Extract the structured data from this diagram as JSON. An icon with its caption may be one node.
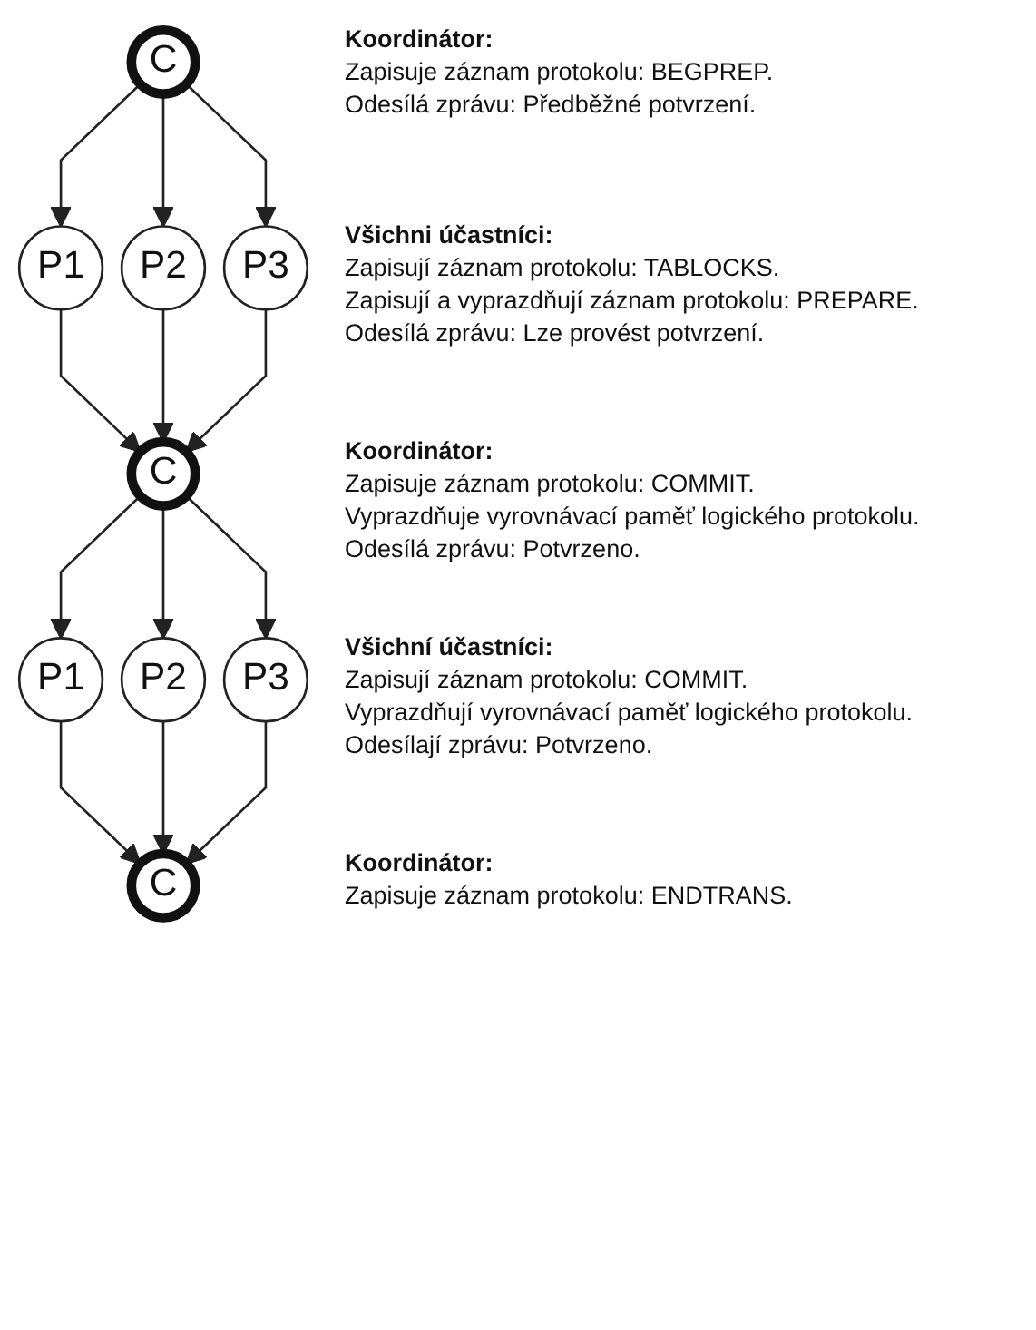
{
  "diagram": {
    "nodes": [
      {
        "text": [
          "C"
        ],
        "beside": [
          "Koordinátor:",
          "Zapisuje záznam protokolu: BEGPREP.",
          "Odesílá zprávu: Předběžné potvrzení."
        ]
      },
      {
        "text": [
          "P1"
        ]
      },
      {
        "text": [
          "P2"
        ]
      },
      {
        "text": [
          "P3"
        ],
        "beside": [
          "Všichni účastníci:",
          "Zapisují záznam protokolu: TABLOCKS.",
          "Zapisují a vyprazdňují záznam protokolu: PREPARE.",
          "Odesílá zprávu: Lze provést potvrzení."
        ]
      },
      {
        "text": [
          "C"
        ],
        "beside": [
          "Koordinátor:",
          "Zapisuje záznam protokolu: COMMIT.",
          "Vyprazdňuje vyrovnávací paměť logického protokolu.",
          "Odesílá zprávu: Potvrzeno."
        ]
      },
      {
        "text": [
          "P1"
        ]
      },
      {
        "text": [
          "P2"
        ]
      },
      {
        "text": [
          "P3"
        ],
        "beside": [
          "Všichní účastníci:",
          "Zapisují záznam protokolu: COMMIT.",
          "Vyprazdňují vyrovnávací paměť logického protokolu.",
          "Odesílají zprávu: Potvrzeno."
        ]
      },
      {
        "text": [
          "C"
        ],
        "beside": [
          "Koordinátor:",
          "Zapisuje záznam protokolu: ENDTRANS."
        ]
      }
    ],
    "edges": [
      {
        "from": 0,
        "to": 1,
        "arrow": "to"
      },
      {
        "from": 0,
        "to": 2,
        "arrow": "to"
      },
      {
        "from": 0,
        "to": 3,
        "arrow": "to"
      },
      {
        "from": 1,
        "to": 4,
        "arrow": "to"
      },
      {
        "from": 2,
        "to": 4,
        "arrow": "to"
      },
      {
        "from": 3,
        "to": 4,
        "arrow": "to"
      },
      {
        "from": 4,
        "to": 5,
        "arrow": "to"
      },
      {
        "from": 4,
        "to": 6,
        "arrow": "to"
      },
      {
        "from": 4,
        "to": 7,
        "arrow": "to"
      },
      {
        "from": 5,
        "to": 8,
        "arrow": "to"
      },
      {
        "from": 6,
        "to": 8,
        "arrow": "to"
      },
      {
        "from": 7,
        "to": 8,
        "arrow": "to"
      }
    ]
  }
}
